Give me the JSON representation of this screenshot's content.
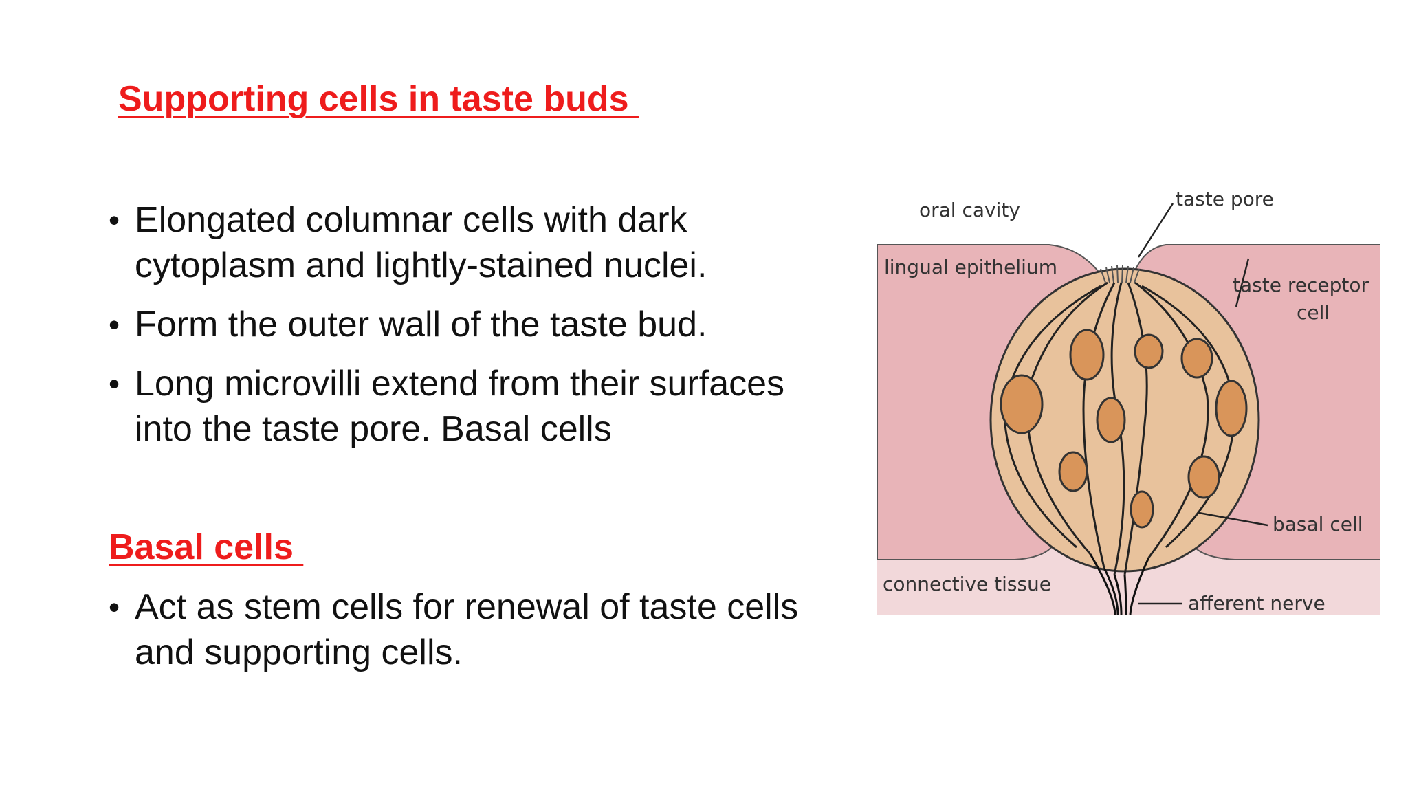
{
  "slide": {
    "title": "Supporting cells in taste buds ",
    "supporting_bullets": [
      " Elongated columnar cells with dark cytoplasm and lightly-stained nuclei.",
      "Form the outer wall of the taste bud.",
      "Long microvilli extend from their surfaces into the taste pore. Basal cells"
    ],
    "basal_heading": "Basal cells ",
    "basal_bullets": [
      "Act as stem cells for renewal of taste cells and supporting cells."
    ]
  },
  "diagram": {
    "labels": {
      "oral_cavity": "oral cavity",
      "taste_pore": "taste pore",
      "lingual_epithelium": "lingual epithelium",
      "taste_receptor_line1": "taste receptor",
      "taste_receptor_line2": "cell",
      "basal_cell": "basal cell",
      "connective_tissue": "connective tissue",
      "afferent_nerve": "afferent nerve"
    },
    "colors": {
      "epithelium": "#e8b4b8",
      "connective_tissue": "#f2d8da",
      "taste_bud": "#e8c29c",
      "nucleus": "#d9955a",
      "heading_red": "#ee1c1c"
    }
  }
}
